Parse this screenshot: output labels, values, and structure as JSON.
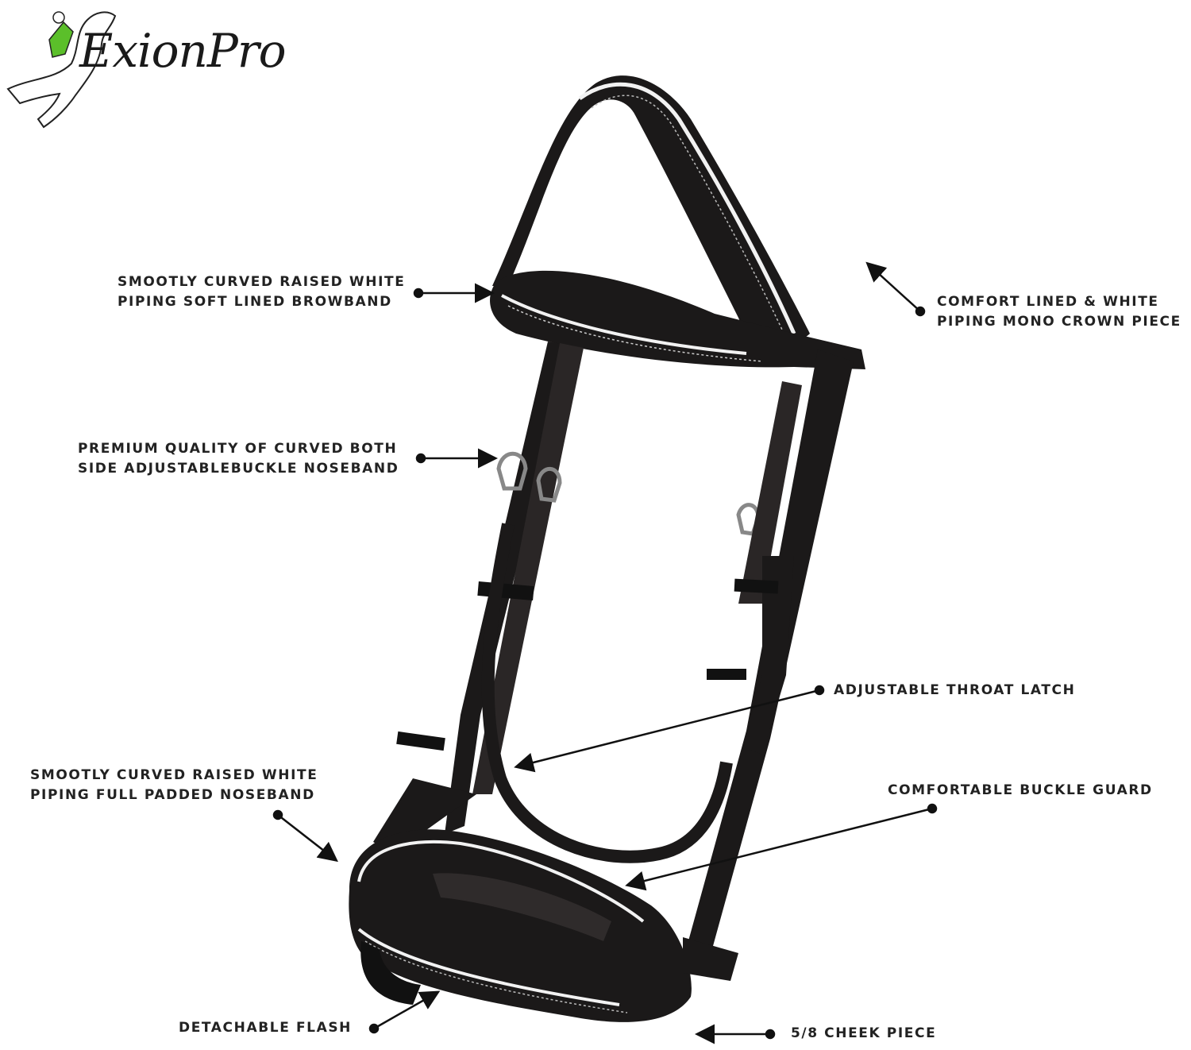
{
  "brand": {
    "name": "ExionPro"
  },
  "callouts": [
    {
      "id": "browband",
      "lines": [
        "SMOOTLY CURVED RAISED WHITE",
        "PIPING SOFT LINED BROWBAND"
      ]
    },
    {
      "id": "crown",
      "lines": [
        "COMFORT LINED & WHITE",
        "PIPING MONO CROWN PIECE"
      ]
    },
    {
      "id": "noseband-buckle",
      "lines": [
        "PREMIUM QUALITY OF CURVED BOTH",
        "SIDE ADJUSTABLEBUCKLE NOSEBAND"
      ]
    },
    {
      "id": "throat-latch",
      "lines": [
        "ADJUSTABLE THROAT LATCH"
      ]
    },
    {
      "id": "padded-noseband",
      "lines": [
        "SMOOTLY CURVED RAISED WHITE",
        "PIPING FULL PADDED NOSEBAND"
      ]
    },
    {
      "id": "buckle-guard",
      "lines": [
        "COMFORTABLE BUCKLE GUARD"
      ]
    },
    {
      "id": "flash",
      "lines": [
        "DETACHABLE FLASH"
      ]
    },
    {
      "id": "cheek",
      "lines": [
        "5/8 CHEEK PIECE"
      ]
    }
  ],
  "colors": {
    "leather": "#1b1919",
    "piping": "#f2f2f2",
    "text": "#222222",
    "logo_green": "#5bbf2a"
  }
}
